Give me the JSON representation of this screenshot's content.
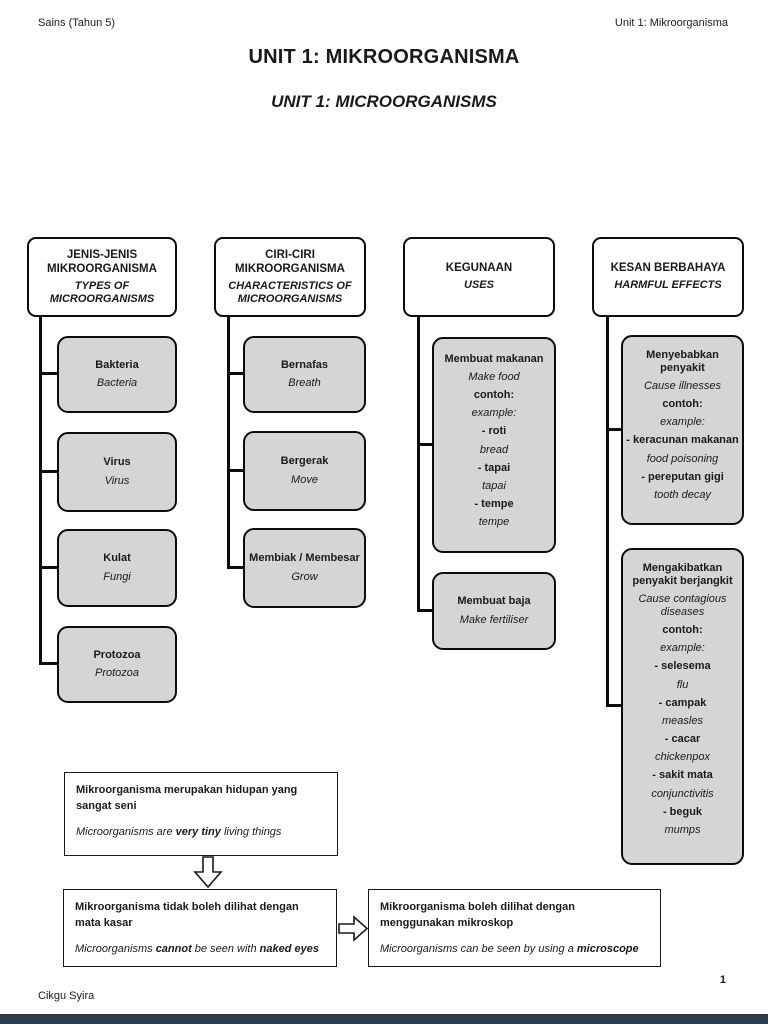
{
  "page": {
    "header_left": "Sains (Tahun 5)",
    "header_right": "Unit 1: Mikroorganisma",
    "title": "UNIT 1: MIKROORGANISMA",
    "subtitle": "UNIT 1: MICROORGANISMS",
    "footer_author": "Cikgu Syira",
    "page_number": "1"
  },
  "colors": {
    "node_fill": "#d5d5d5",
    "node_border": "#0c0c0c",
    "bottom_bar": "#2b3b52"
  },
  "columns": [
    {
      "title_my": "JENIS-JENIS MIKROORGANISMA",
      "title_en": "TYPES OF MICROORGANISMS",
      "children": [
        {
          "lines": [
            {
              "t": "Bakteria",
              "s": "b"
            },
            {
              "t": "Bacteria",
              "s": "i"
            }
          ]
        },
        {
          "lines": [
            {
              "t": "Virus",
              "s": "b"
            },
            {
              "t": "Virus",
              "s": "i"
            }
          ]
        },
        {
          "lines": [
            {
              "t": "Kulat",
              "s": "b"
            },
            {
              "t": "Fungi",
              "s": "i"
            }
          ]
        },
        {
          "lines": [
            {
              "t": "Protozoa",
              "s": "b"
            },
            {
              "t": "Protozoa",
              "s": "i"
            }
          ]
        }
      ]
    },
    {
      "title_my": "CIRI-CIRI MIKROORGANISMA",
      "title_en": "CHARACTERISTICS OF MICROORGANISMS",
      "children": [
        {
          "lines": [
            {
              "t": "Bernafas",
              "s": "b"
            },
            {
              "t": "Breath",
              "s": "i"
            }
          ]
        },
        {
          "lines": [
            {
              "t": "Bergerak",
              "s": "b"
            },
            {
              "t": "Move",
              "s": "i"
            }
          ]
        },
        {
          "lines": [
            {
              "t": "Membiak / Membesar",
              "s": "b"
            },
            {
              "t": "Grow",
              "s": "i"
            }
          ]
        }
      ]
    },
    {
      "title_my": "KEGUNAAN",
      "title_en": "USES",
      "children": [
        {
          "lines": [
            {
              "t": "Membuat makanan",
              "s": "b"
            },
            {
              "t": "Make food",
              "s": "i"
            },
            {
              "t": "contoh:",
              "s": "b"
            },
            {
              "t": "example:",
              "s": "i"
            },
            {
              "t": "- roti",
              "s": "b"
            },
            {
              "t": "bread",
              "s": "i"
            },
            {
              "t": "- tapai",
              "s": "b"
            },
            {
              "t": "tapai",
              "s": "i"
            },
            {
              "t": "- tempe",
              "s": "b"
            },
            {
              "t": "tempe",
              "s": "i"
            }
          ]
        },
        {
          "lines": [
            {
              "t": "Membuat baja",
              "s": "b"
            },
            {
              "t": "Make fertiliser",
              "s": "i"
            }
          ]
        }
      ]
    },
    {
      "title_my": "KESAN BERBAHAYA",
      "title_en": "HARMFUL EFFECTS",
      "children": [
        {
          "lines": [
            {
              "t": "Menyebabkan penyakit",
              "s": "b"
            },
            {
              "t": "Cause illnesses",
              "s": "i"
            },
            {
              "t": "contoh:",
              "s": "b"
            },
            {
              "t": "example:",
              "s": "i"
            },
            {
              "t": "- keracunan makanan",
              "s": "b"
            },
            {
              "t": "food poisoning",
              "s": "i"
            },
            {
              "t": "- pereputan gigi",
              "s": "b"
            },
            {
              "t": "tooth decay",
              "s": "i"
            }
          ]
        },
        {
          "lines": [
            {
              "t": "Mengakibatkan penyakit berjangkit",
              "s": "b"
            },
            {
              "t": "Cause contagious diseases",
              "s": "i"
            },
            {
              "t": "contoh:",
              "s": "b"
            },
            {
              "t": "example:",
              "s": "i"
            },
            {
              "t": "- selesema",
              "s": "b"
            },
            {
              "t": "flu",
              "s": "i"
            },
            {
              "t": "- campak",
              "s": "b"
            },
            {
              "t": "measles",
              "s": "i"
            },
            {
              "t": "- cacar",
              "s": "b"
            },
            {
              "t": "chickenpox",
              "s": "i"
            },
            {
              "t": "- sakit mata",
              "s": "b"
            },
            {
              "t": "conjunctivitis",
              "s": "i"
            },
            {
              "t": "- beguk",
              "s": "b"
            },
            {
              "t": "mumps",
              "s": "i"
            }
          ]
        }
      ]
    }
  ],
  "flow": {
    "box_tiny": {
      "my": "Mikroorganisma merupakan hidupan yang sangat seni",
      "en_parts": [
        {
          "t": "Microorganisms are ",
          "s": "i"
        },
        {
          "t": "very tiny",
          "s": "bi"
        },
        {
          "t": " living things",
          "s": "i"
        }
      ]
    },
    "box_naked": {
      "my": "Mikroorganisma tidak boleh dilihat dengan mata kasar",
      "en_parts": [
        {
          "t": "Microorganisms ",
          "s": "i"
        },
        {
          "t": "cannot",
          "s": "bi"
        },
        {
          "t": " be seen with ",
          "s": "i"
        },
        {
          "t": "naked eyes",
          "s": "bi"
        }
      ]
    },
    "box_micro": {
      "my": "Mikroorganisma boleh dilihat dengan menggunakan mikroskop",
      "en_parts": [
        {
          "t": "Microorganisms can be seen by using a ",
          "s": "i"
        },
        {
          "t": "microscope",
          "s": "bi"
        }
      ]
    }
  }
}
